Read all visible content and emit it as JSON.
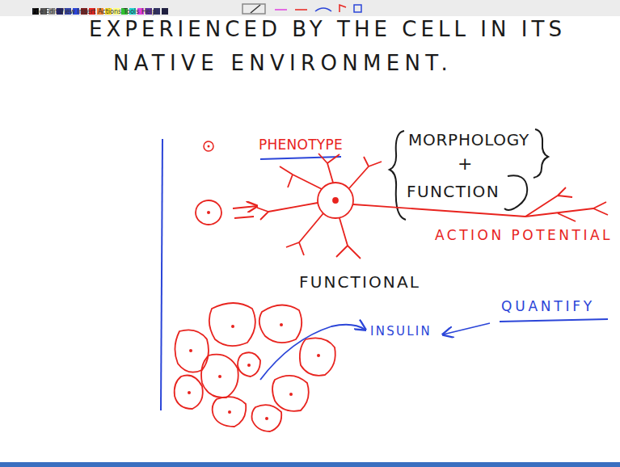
{
  "diagram": {
    "labels": [
      "File Edit View Insert Actions Tools Help",
      "EXPERIENCED BY THE CELL IN ITS",
      "NATIVE ENVIRONMENT.",
      "PHENOTYPE",
      "MORPHOLOGY",
      "+",
      "FUNCTION",
      "ACTION POTENTIAL",
      "FUNCTIONAL",
      "INSULIN",
      "QUANTIFY"
    ]
  }
}
